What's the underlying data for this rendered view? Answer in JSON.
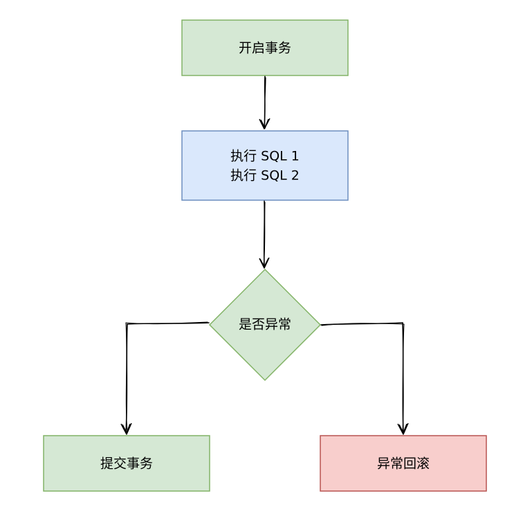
{
  "nodes": {
    "start": {
      "label": "开启事务",
      "fill": "#d5e8d4",
      "stroke": "#82b366"
    },
    "execute": {
      "line1": "执行 SQL 1",
      "line2": "执行 SQL 2",
      "fill": "#dae8fc",
      "stroke": "#6c8ebf"
    },
    "decision": {
      "label": "是否异常",
      "fill": "#d5e8d4",
      "stroke": "#82b366"
    },
    "commit": {
      "label": "提交事务",
      "fill": "#d5e8d4",
      "stroke": "#82b366"
    },
    "rollback": {
      "label": "异常回滚",
      "fill": "#f8cecc",
      "stroke": "#b85450"
    }
  },
  "edges": [
    {
      "from": "start",
      "to": "execute"
    },
    {
      "from": "execute",
      "to": "decision"
    },
    {
      "from": "decision",
      "to": "commit"
    },
    {
      "from": "decision",
      "to": "rollback"
    }
  ]
}
